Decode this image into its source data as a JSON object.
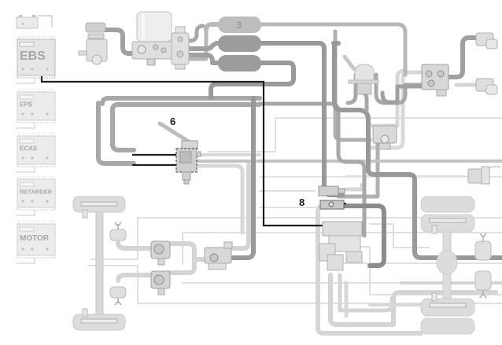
{
  "diagram": {
    "title": "EBS brake system schematic",
    "colors": {
      "pipe_dark": "#999999",
      "pipe_mid": "#b5b5b5",
      "pipe_light": "#d6d6d6",
      "pipe_faint": "#e2e2e2",
      "electric": "#1e1e1e",
      "component": "#dcdcdc",
      "component_stroke": "#b0b0b0",
      "tank_dark": "#999999",
      "tank_light": "#bdbdbd"
    },
    "ecu_modules": [
      {
        "id": "ebs",
        "label": "EBS",
        "active": true
      },
      {
        "id": "eps",
        "label": "EPS",
        "active": false
      },
      {
        "id": "ecas",
        "label": "ECAS",
        "active": false
      },
      {
        "id": "retarder",
        "label": "RETARDER",
        "active": false
      },
      {
        "id": "motor",
        "label": "MOTOR",
        "active": false
      }
    ],
    "battery": {
      "label": "battery",
      "plus": "+",
      "minus": "-"
    },
    "tanks": [
      {
        "id": "tank-3",
        "label": "3"
      },
      {
        "id": "tank-2",
        "label": ""
      },
      {
        "id": "tank-1",
        "label": ""
      }
    ],
    "callouts": [
      {
        "id": "callout-6",
        "label": "6",
        "target": "hand-brake-valve"
      },
      {
        "id": "callout-8",
        "label": "8",
        "target": "trailer-control-module"
      }
    ],
    "components": [
      "compressor",
      "air-dryer",
      "four-circuit-protection-valve",
      "hand-brake-valve",
      "trailer-control-valve",
      "foot-brake-module",
      "rear-axle-modulator",
      "front-axle-valve-left",
      "front-axle-valve-right",
      "front-axle-relay",
      "trailer-coupling-heads",
      "front-brake-chamber-left",
      "front-brake-chamber-right",
      "rear-spring-brake-upper",
      "rear-spring-brake-lower",
      "front-axle",
      "rear-axle",
      "trailer-socket"
    ]
  }
}
